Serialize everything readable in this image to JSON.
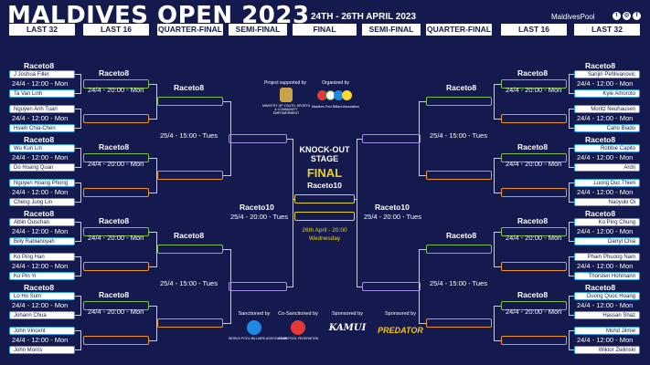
{
  "header": {
    "title": "MALDIVES OPEN 2023",
    "dates": "24TH - 26TH APRIL 2023",
    "handle": "MaldivesPool",
    "social_icons": [
      "twitter-icon",
      "instagram-icon",
      "facebook-icon"
    ]
  },
  "columns": [
    "LAST 32",
    "LAST 16",
    "QUARTER-FINAL",
    "SEMI-FINAL",
    "FINAL",
    "SEMI-FINAL",
    "QUARTER-FINAL",
    "LAST 16",
    "LAST 32"
  ],
  "race8": "Raceto8",
  "race10": "Raceto10",
  "left": {
    "l32": [
      {
        "p1": "J Joshua Filler",
        "time": "24/4 - 12:00 - Mon",
        "p2": "Ta Van Linh"
      },
      {
        "p1": "Nguyen Anh Tuan",
        "time": "24/4 - 12:00 - Mon",
        "p2": "Hsieh Chia-Chen"
      },
      {
        "p1": "Wu Kun Lin",
        "time": "24/4 - 12:00 - Mon",
        "p2": "Do Hoang Quan"
      },
      {
        "p1": "Nguyen Hoang Phong",
        "time": "24/4 - 12:00 - Mon",
        "p2": "Cheng Jung Lin"
      },
      {
        "p1": "Albin Ouschan",
        "time": "24/4 - 12:00 - Mon",
        "p2": "Billy Rabianoyah"
      },
      {
        "p1": "Ko Ping Han",
        "time": "24/4 - 12:00 - Mon",
        "p2": "Ko Pin Yi"
      },
      {
        "p1": "Lo Ho Sum",
        "time": "24/4 - 12:00 - Mon",
        "p2": "Johann Chua"
      },
      {
        "p1": "John Vincent",
        "time": "24/4 - 12:00 - Mon",
        "p2": "John Morris"
      }
    ],
    "l16": [
      "24/4 - 20:00 - Mon",
      "24/4 - 20:00 - Mon",
      "24/4 - 20:00 - Mon",
      "24/4 - 20:00 - Mon"
    ],
    "qf": [
      "25/4 - 15:00 - Tues",
      "25/4 - 15:00 - Tues"
    ],
    "sf": "25/4 - 20:00 - Tues"
  },
  "right": {
    "l32": [
      {
        "p1": "Sanjin Pehlivanovic",
        "time": "24/4 - 12:00 - Mon",
        "p2": "Kyle Amoroto"
      },
      {
        "p1": "Moritz Neuhausen",
        "time": "24/4 - 12:00 - Mon",
        "p2": "Carlo Biado"
      },
      {
        "p1": "Robbie Capito",
        "time": "24/4 - 12:00 - Mon",
        "p2": "Ardri"
      },
      {
        "p1": "Luong Duc Thien",
        "time": "24/4 - 12:00 - Mon",
        "p2": "Naoyuki Oi"
      },
      {
        "p1": "Ko Ping Chung",
        "time": "24/4 - 12:00 - Mon",
        "p2": "Darryl Chia"
      },
      {
        "p1": "Pham Phuong Nam",
        "time": "24/4 - 12:00 - Mon",
        "p2": "Thorsten Hohmann"
      },
      {
        "p1": "Duong Quoc Hoang",
        "time": "24/4 - 12:00 - Mon",
        "p2": "Hassan Shaz"
      },
      {
        "p1": "Muhd Jilmie",
        "time": "24/4 - 12:00 - Mon",
        "p2": "Wiktor Zielinski"
      }
    ],
    "l16": [
      "24/4 - 20:00 - Mon",
      "24/4 - 20:00 - Mon",
      "24/4 - 20:00 - Mon",
      "24/4 - 20:00 - Mon"
    ],
    "qf": [
      "25/4 - 15:00 - Tues",
      "25/4 - 15:00 - Tues"
    ],
    "sf": "25/4 - 20:00 - Tues"
  },
  "center": {
    "supported_label": "Project supported by",
    "ministry": "MINISTRY OF YOUTH, SPORTS & COMMUNITY EMPOWERMENT",
    "organized_label": "Organized by",
    "organizer": "Maldives Pool Billiard Association",
    "stage": "KNOCK-OUT STAGE",
    "final": "FINAL",
    "race": "Raceto10",
    "final_date": "26th April - 20:00",
    "final_day": "Wednesday"
  },
  "sponsors": {
    "l1": "Sanctioned by",
    "n1": "WORLD POOL BILLIARD ASSOCIATION",
    "l2": "Co-Sanctioned by",
    "n2": "ASIAN POOL FEDERATION",
    "l3": "Sponsored by",
    "n3": "KAMUI",
    "l4": "Sponsored by",
    "n4": "PREDATOR"
  },
  "colors": {
    "background": "#141a4e",
    "l32_line": "#2fa0e0",
    "l16_green": "#7ac04a",
    "l16_orange": "#f0951e",
    "sf_purple": "#a58df0",
    "final_yellow": "#e8d31c"
  }
}
